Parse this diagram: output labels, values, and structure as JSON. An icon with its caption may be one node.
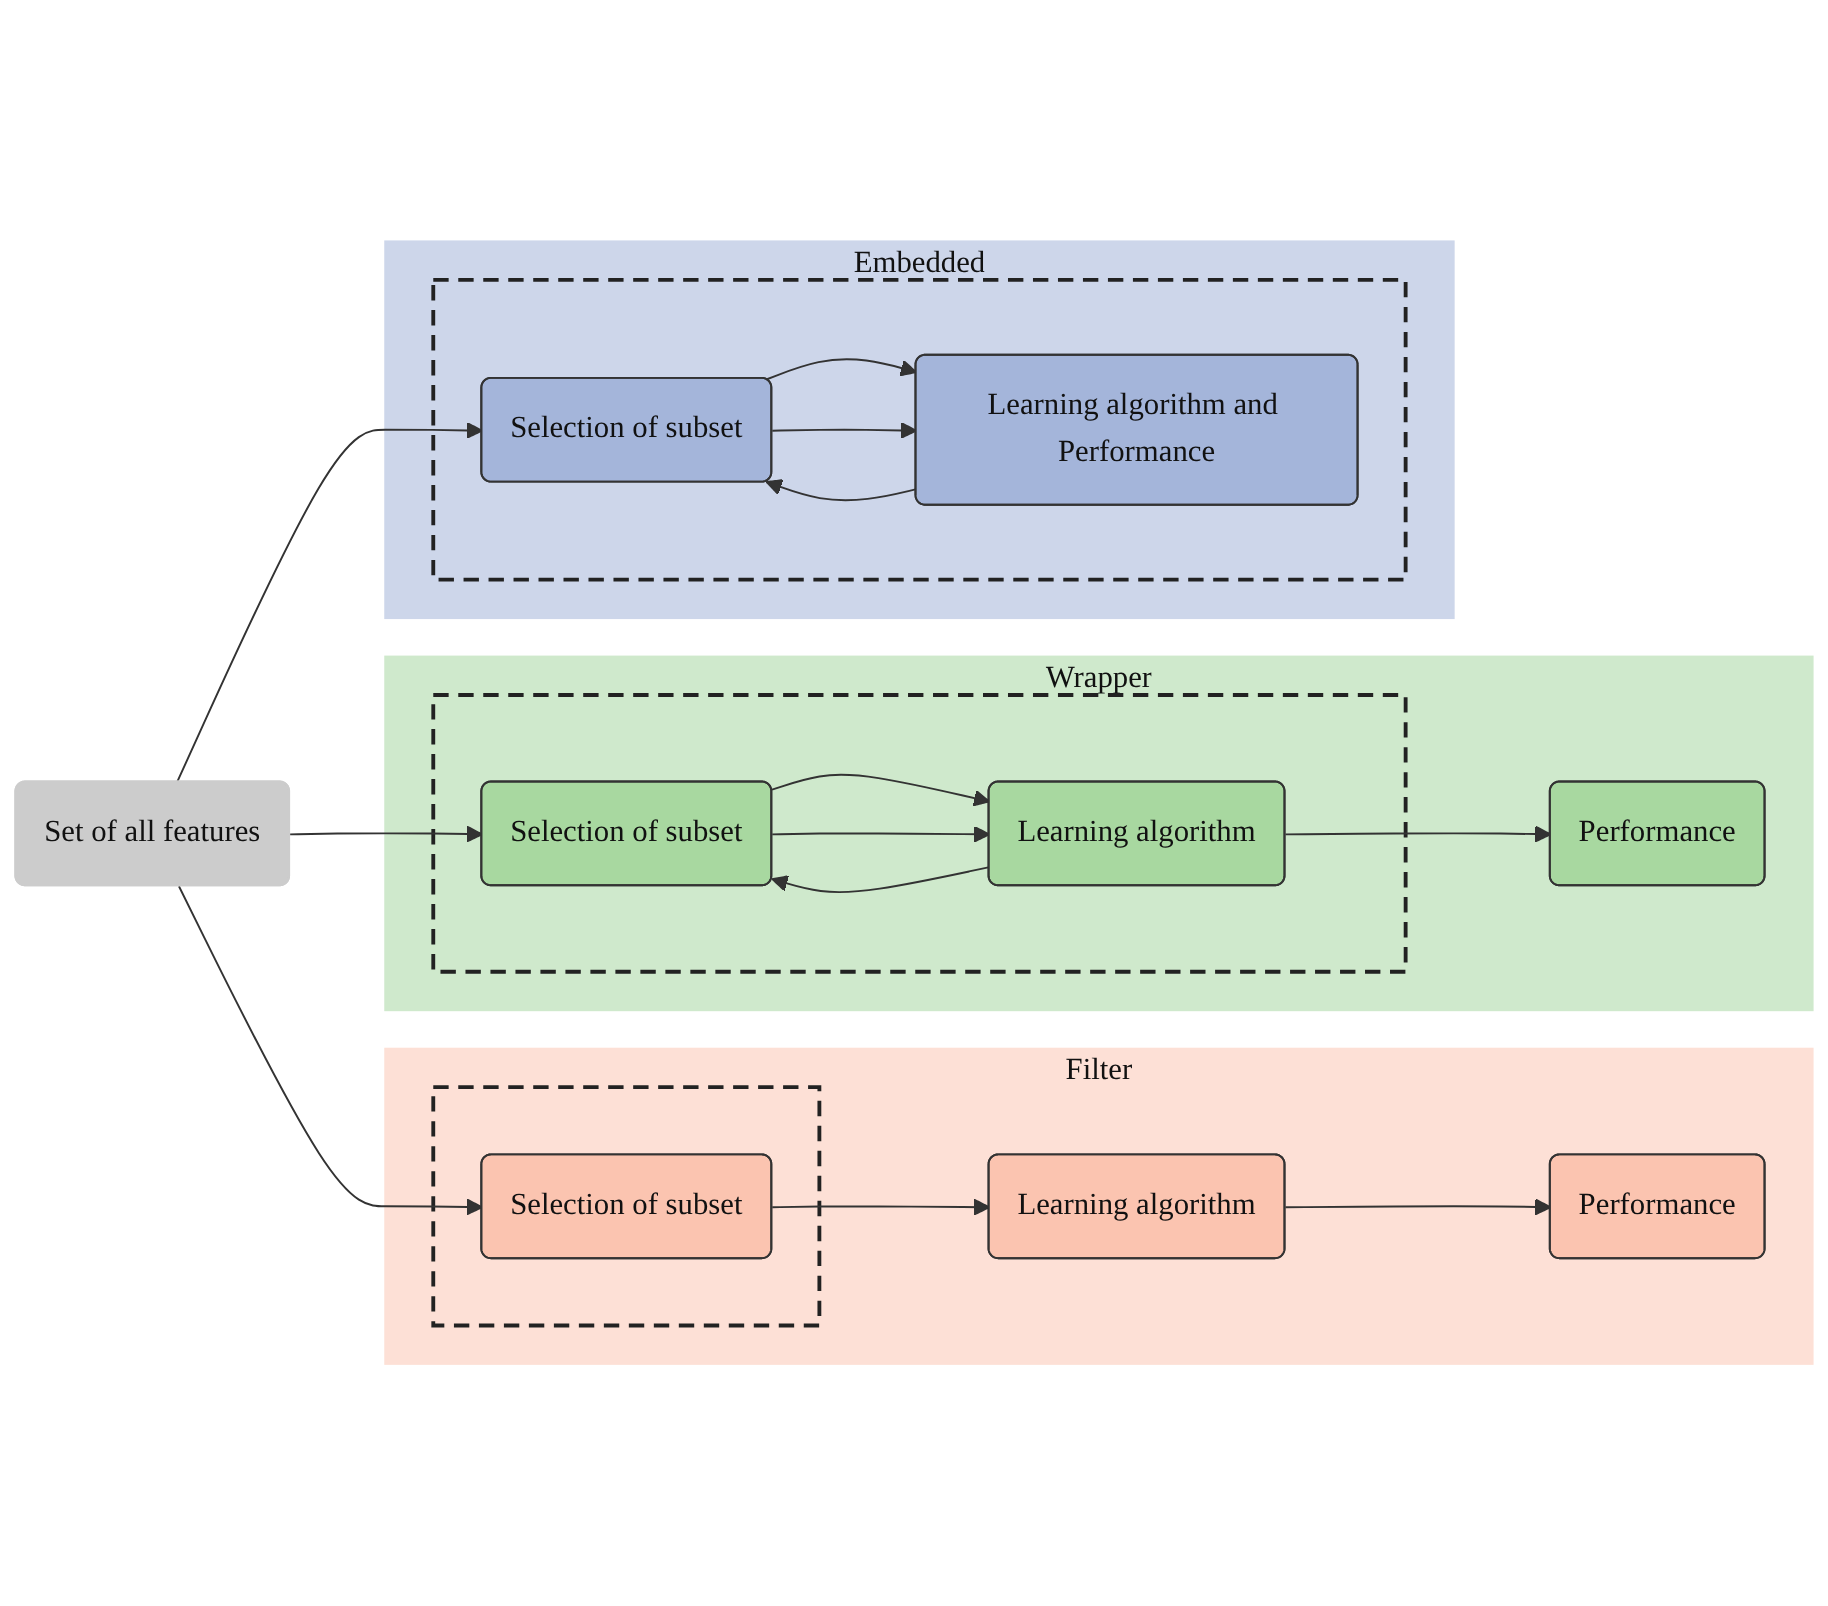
{
  "diagram": {
    "nodes": [
      {
        "text": [
          "Set of all features"
        ]
      },
      {
        "text": [
          "Filter"
        ]
      },
      {
        "text": [],
        "shape": "box",
        "in": 1
      },
      {
        "text": [
          "Selection of subset"
        ],
        "in": 2
      },
      {
        "text": [
          "Learning algorithm"
        ],
        "in": 1
      },
      {
        "text": [
          "Performance"
        ],
        "in": 1
      },
      {
        "text": [
          "Wrapper"
        ]
      },
      {
        "text": [],
        "shape": "box",
        "in": 6
      },
      {
        "text": [
          "Selection of subset"
        ],
        "in": 7
      },
      {
        "text": [
          "Learning algorithm"
        ],
        "in": 7
      },
      {
        "text": [
          "Performance"
        ],
        "in": 6
      },
      {
        "text": [
          "Embedded"
        ]
      },
      {
        "text": [],
        "shape": "box",
        "in": 11
      },
      {
        "text": [
          "Selection of subset"
        ],
        "in": 12
      },
      {
        "text": [
          "Learning algorithm and Performance"
        ],
        "in": 12
      }
    ],
    "edges": [
      {
        "from": 0,
        "to": 3,
        "arrow": "to"
      },
      {
        "from": 3,
        "to": 4,
        "arrow": "to"
      },
      {
        "from": 4,
        "to": 5,
        "arrow": "to"
      },
      {
        "from": 0,
        "to": 8,
        "arrow": "to"
      },
      {
        "from": 8,
        "to": 9,
        "arrow": "to"
      },
      {
        "from": 9,
        "to": 8,
        "arrow": "to"
      },
      {
        "from": 8,
        "to": 9,
        "arrow": "to"
      },
      {
        "from": 9,
        "to": 10,
        "arrow": "to"
      },
      {
        "from": 0,
        "to": 13,
        "arrow": "to"
      },
      {
        "from": 13,
        "to": 14,
        "arrow": "to"
      },
      {
        "from": 14,
        "to": 13,
        "arrow": "to"
      },
      {
        "from": 13,
        "to": 14,
        "arrow": "to"
      }
    ]
  }
}
